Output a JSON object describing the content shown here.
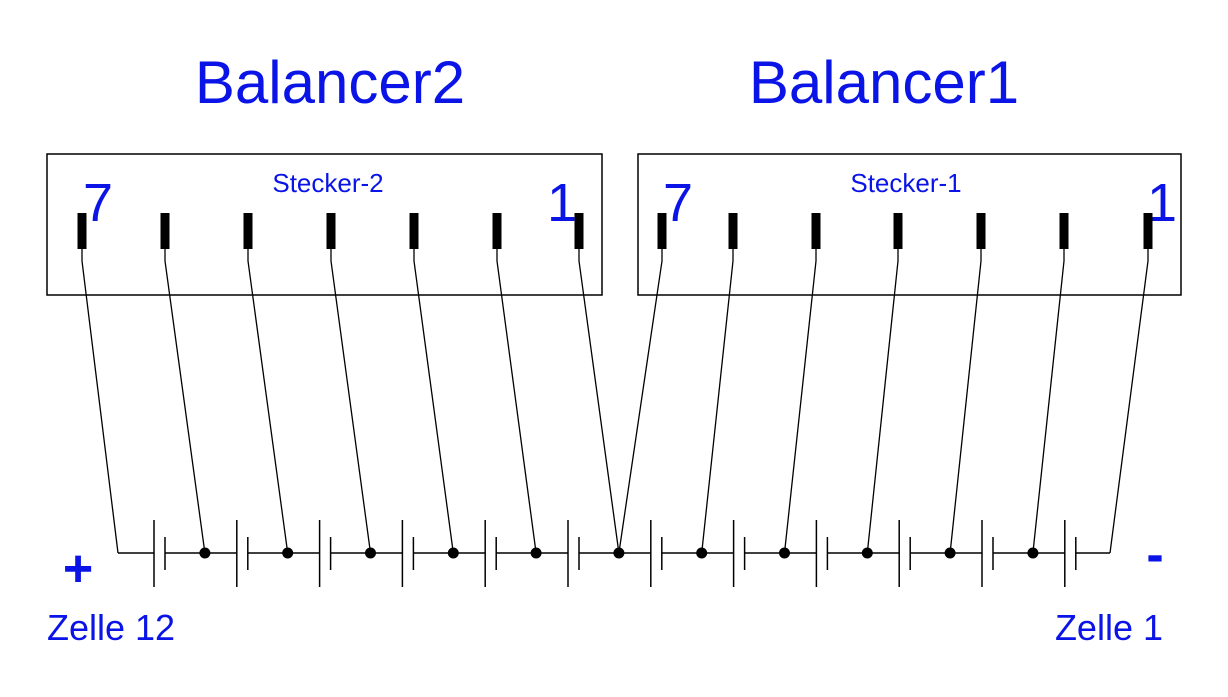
{
  "titles": {
    "balancer2": "Balancer2",
    "balancer1": "Balancer1"
  },
  "connectors": [
    {
      "id": "stecker-2",
      "label": "Stecker-2",
      "left_pin": "7",
      "right_pin": "1",
      "pin_count": 7
    },
    {
      "id": "stecker-1",
      "label": "Stecker-1",
      "left_pin": "7",
      "right_pin": "1",
      "pin_count": 7
    }
  ],
  "battery": {
    "cell_count": 12,
    "plus_sign": "+",
    "minus_sign": "-",
    "plus_label": "Zelle 12",
    "minus_label": "Zelle 1"
  },
  "colors": {
    "text": "#0a14e6",
    "lines": "#000000",
    "background": "#ffffff"
  }
}
